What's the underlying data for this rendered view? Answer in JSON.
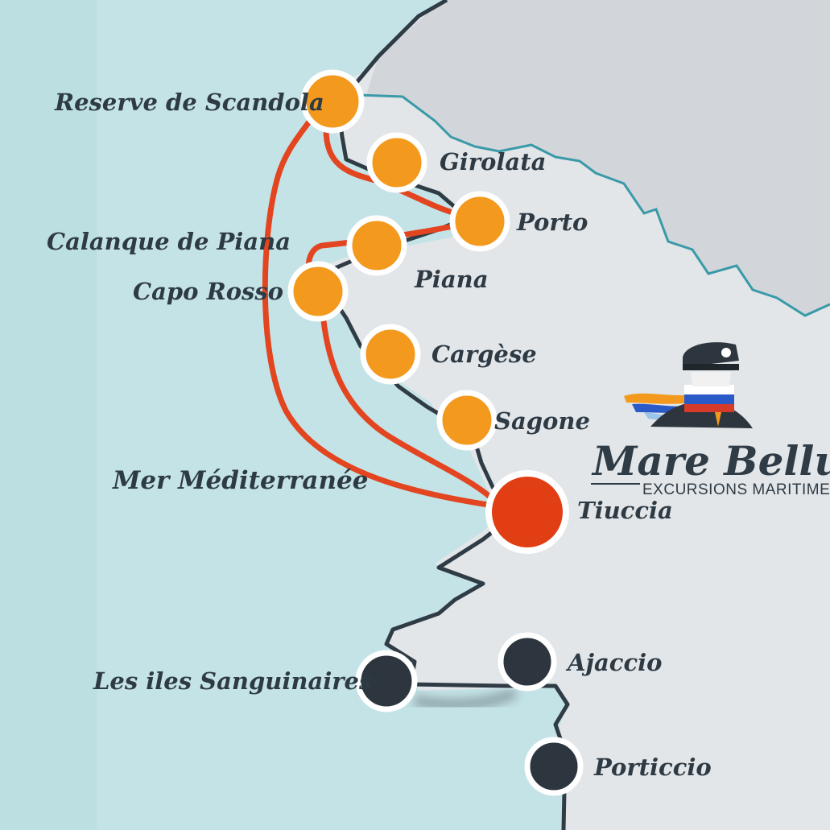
{
  "map": {
    "sea_label": "Mer Méditerranée",
    "colors": {
      "sea": "#c4e3e6",
      "land": "#e2e6e9",
      "mountains": "#d2d5da",
      "route": "#e24520",
      "stop_orange": "#f39a1e",
      "stop_dark": "#2d363e",
      "departure_red": "#e23e14",
      "coast_line": "#2f3b45",
      "ridge_line": "#3a9aa8"
    },
    "places": [
      {
        "id": "scandola",
        "name": "Reserve de Scandola",
        "type": "stop"
      },
      {
        "id": "girolata",
        "name": "Girolata",
        "type": "stop"
      },
      {
        "id": "porto",
        "name": "Porto",
        "type": "stop"
      },
      {
        "id": "calanque",
        "name": "Calanque de Piana",
        "type": "stop"
      },
      {
        "id": "piana",
        "name": "Piana",
        "type": "stop"
      },
      {
        "id": "caporosso",
        "name": "Capo Rosso",
        "type": "stop"
      },
      {
        "id": "cargese",
        "name": "Cargèse",
        "type": "stop"
      },
      {
        "id": "sagone",
        "name": "Sagone",
        "type": "stop"
      },
      {
        "id": "tiuccia",
        "name": "Tiuccia",
        "type": "departure"
      },
      {
        "id": "sanguinaires",
        "name": "Les iles Sanguinaires",
        "type": "other"
      },
      {
        "id": "ajaccio",
        "name": "Ajaccio",
        "type": "other"
      },
      {
        "id": "porticcio",
        "name": "Porticcio",
        "type": "other"
      }
    ]
  },
  "brand": {
    "name": "Mare Bellu",
    "tagline": "EXCURSIONS MARITIMES",
    "logo_icon": "captain-icon"
  }
}
